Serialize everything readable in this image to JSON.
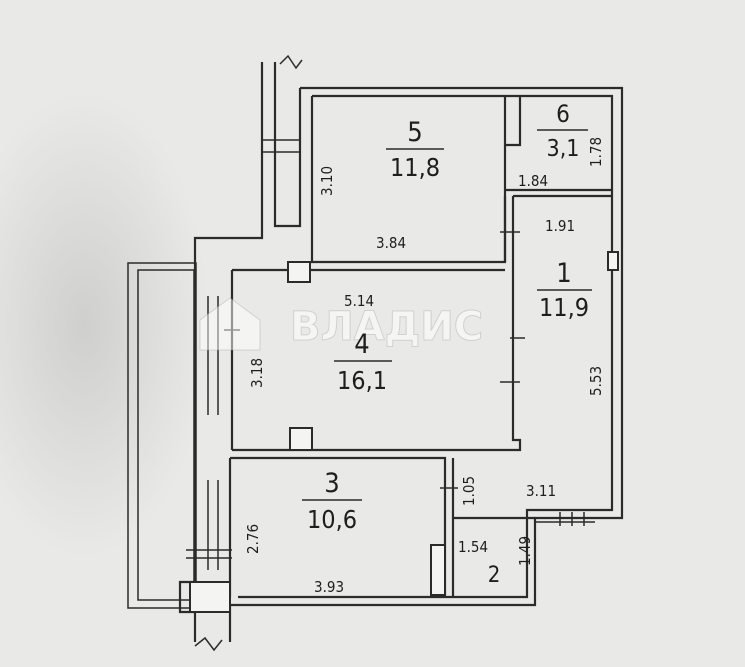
{
  "watermark": {
    "text": "ВЛАДИС"
  },
  "rooms": [
    {
      "number": "1",
      "area": "11,9"
    },
    {
      "number": "2"
    },
    {
      "number": "3",
      "area": "10,6"
    },
    {
      "number": "4",
      "area": "16,1"
    },
    {
      "number": "5",
      "area": "11,8"
    },
    {
      "number": "6",
      "area": "3,1"
    }
  ],
  "dimensions": {
    "room5_height": "3.10",
    "room5_width": "3.84",
    "room6_height": "1.78",
    "room6_width": "1.84",
    "room1_top_width": "1.91",
    "room1_height": "5.53",
    "room1_bottom_width": "3.11",
    "room4_width": "5.14",
    "room4_height": "3.18",
    "room3_height": "2.76",
    "room3_width": "3.93",
    "room2_width": "1.54",
    "room2_height": "1.49",
    "corridor_gap": "1.05"
  }
}
